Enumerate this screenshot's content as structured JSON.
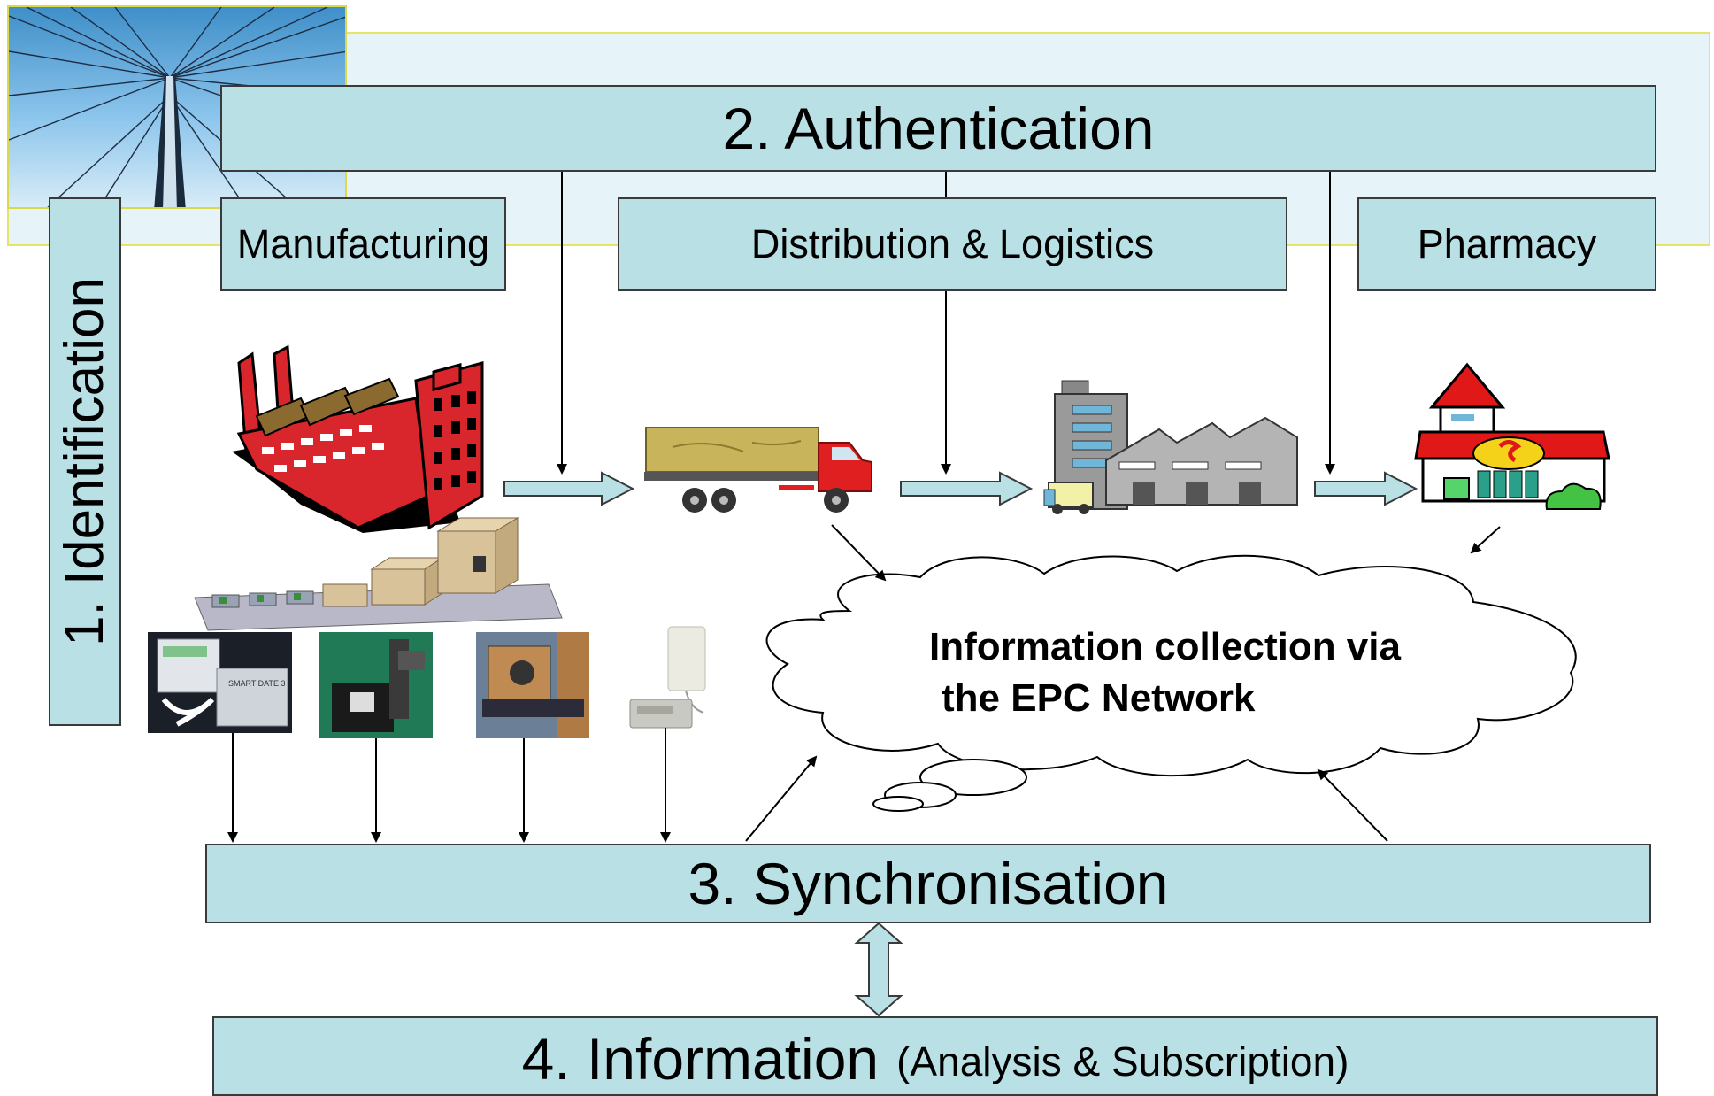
{
  "colors": {
    "box_fill": "#b9e0e4",
    "band_fill": "#e6f4fa",
    "band_border": "#e4e466",
    "factory_red": "#d8262c",
    "truck_cab": "#e02020",
    "truck_cargo": "#c8b45a",
    "pharmacy_roof": "#e01818",
    "pharmacy_sign": "#f5d21a"
  },
  "diagram": {
    "identification": "1. Identification",
    "authentication": "2. Authentication",
    "synchronisation": "3. Synchronisation",
    "information_main": "4. Information",
    "information_sub": "(Analysis & Subscription)",
    "stages": [
      "Manufacturing",
      "Distribution & Logistics",
      "Pharmacy"
    ],
    "cloud_text_line1": "Information collection via",
    "cloud_text_line2": "the EPC Network"
  },
  "icons": [
    "bridge-photo",
    "factory-icon",
    "truck-icon",
    "warehouse-icon",
    "pharmacy-icon",
    "packaging-line-icon",
    "label-printer-photo",
    "scanner-station-photo",
    "conveyor-reader-photo",
    "rfid-antenna-photo",
    "epc-cloud"
  ],
  "device_labels": {
    "printer": "SMART DATE 3"
  }
}
